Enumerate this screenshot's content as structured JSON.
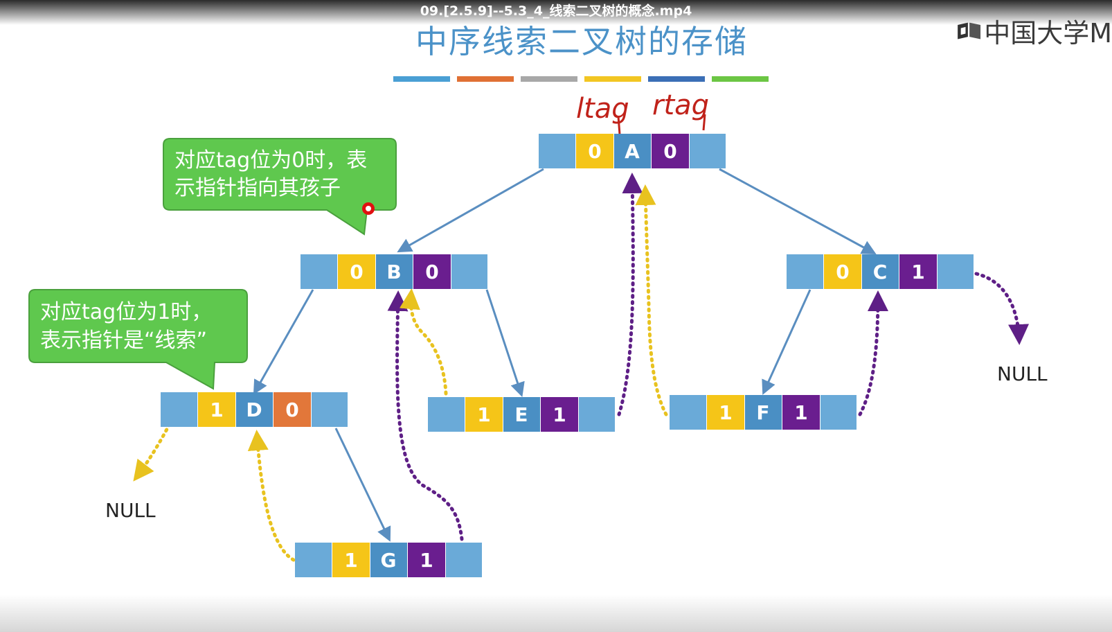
{
  "video": {
    "title": "09.[2.5.9]--5.3_4_线索二叉树的概念.mp4"
  },
  "slide": {
    "title": "中序线索二叉树的存储"
  },
  "logo": {
    "text": "中国大学M"
  },
  "colors": {
    "pointer_cell": "#6aaad8",
    "tag_left": "#f5c518",
    "node_value": "#4a8fc4",
    "tag_right": "#6a1e8f",
    "tag_right_orange": "#e2773a",
    "edge": "#5a8ec0",
    "thread_yellow": "#e8c21f",
    "thread_purple": "#5e1f86",
    "callout": "#5fc84e",
    "handwriting": "#c0221a",
    "color_bar": [
      "#4a9fd4",
      "#e07034",
      "#a8a8a8",
      "#f2c623",
      "#3b6fb6",
      "#6cc644"
    ]
  },
  "annotations": {
    "ltag": "ltag",
    "rtag": "rtag"
  },
  "callouts": [
    {
      "id": "tag0",
      "lines": [
        "对应tag位为0时，表",
        "示指针指向其孩子"
      ]
    },
    {
      "id": "tag1",
      "lines": [
        "对应tag位为1时，",
        "表示指针是“线索”"
      ]
    }
  ],
  "nodes": [
    {
      "id": "A",
      "ltag": "0",
      "value": "A",
      "rtag": "0",
      "rtag_color": "purple"
    },
    {
      "id": "B",
      "ltag": "0",
      "value": "B",
      "rtag": "0",
      "rtag_color": "purple"
    },
    {
      "id": "C",
      "ltag": "0",
      "value": "C",
      "rtag": "1",
      "rtag_color": "purple"
    },
    {
      "id": "D",
      "ltag": "1",
      "value": "D",
      "rtag": "0",
      "rtag_color": "orange"
    },
    {
      "id": "E",
      "ltag": "1",
      "value": "E",
      "rtag": "1",
      "rtag_color": "purple"
    },
    {
      "id": "F",
      "ltag": "1",
      "value": "F",
      "rtag": "1",
      "rtag_color": "purple"
    },
    {
      "id": "G",
      "ltag": "1",
      "value": "G",
      "rtag": "1",
      "rtag_color": "purple"
    }
  ],
  "null_labels": [
    "NULL",
    "NULL"
  ],
  "child_edges": [
    [
      "A",
      "B"
    ],
    [
      "A",
      "C"
    ],
    [
      "B",
      "D"
    ],
    [
      "B",
      "E"
    ],
    [
      "D",
      "G"
    ],
    [
      "C",
      "F"
    ]
  ],
  "threads": [
    {
      "from": "D",
      "to": "NULL",
      "kind": "left"
    },
    {
      "from": "G",
      "to": "D",
      "kind": "left"
    },
    {
      "from": "G",
      "to": "B",
      "kind": "right"
    },
    {
      "from": "E",
      "to": "B",
      "kind": "left"
    },
    {
      "from": "E",
      "to": "A",
      "kind": "right"
    },
    {
      "from": "F",
      "to": "A",
      "kind": "left"
    },
    {
      "from": "F",
      "to": "C",
      "kind": "right"
    },
    {
      "from": "C",
      "to": "NULL",
      "kind": "right"
    }
  ]
}
